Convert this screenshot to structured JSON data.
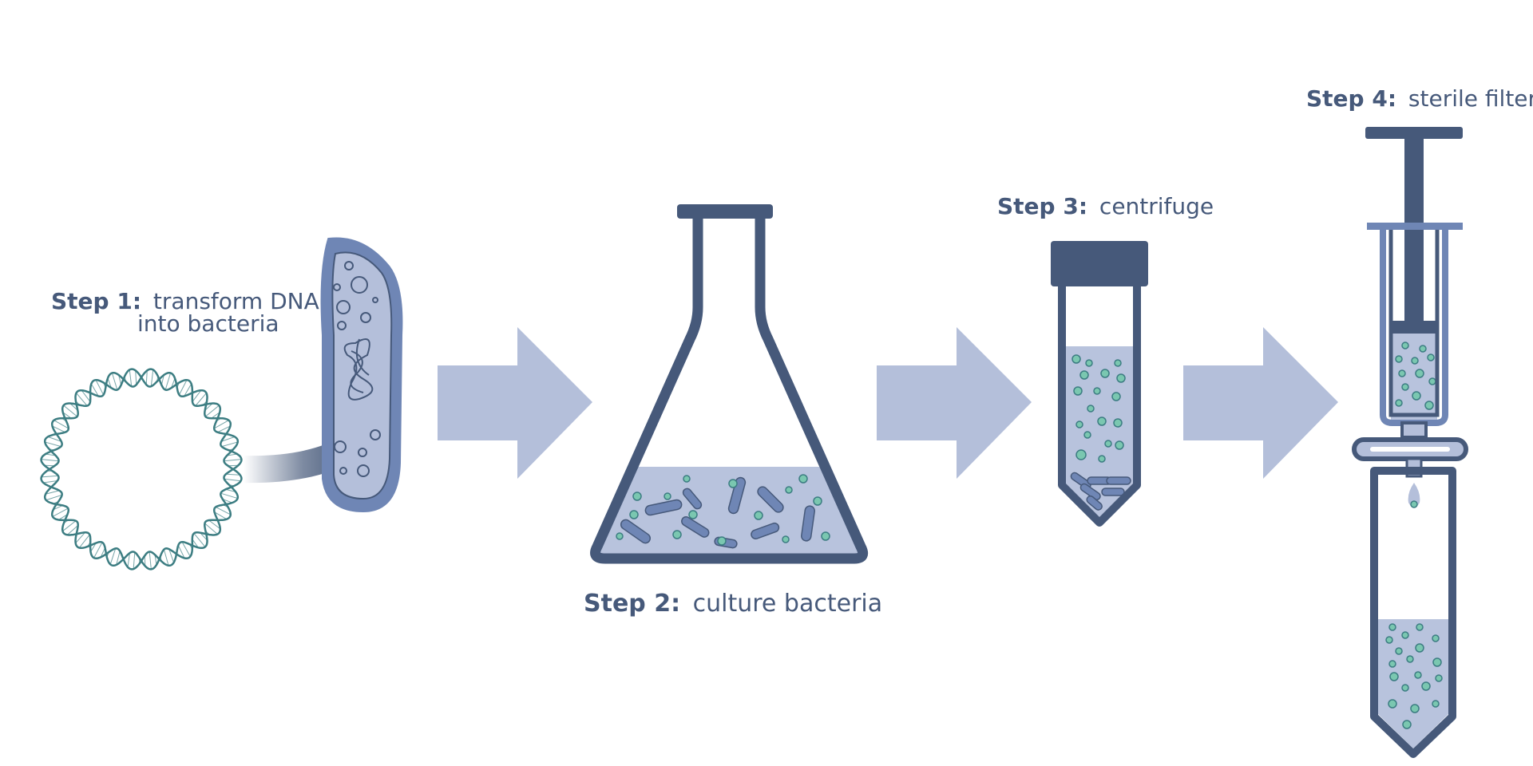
{
  "colors": {
    "dark": "#46597a",
    "mid": "#6f86b5",
    "light": "#b4bfda",
    "liquid": "#b8c3dd",
    "particle": "#7ac7b0",
    "dna": "#3c7d82"
  },
  "steps": [
    {
      "id": "step1",
      "prefix": "Step 1:",
      "text_line1": "transform DNA",
      "text_line2": "into bacteria"
    },
    {
      "id": "step2",
      "prefix": "Step 2:",
      "text": "culture bacteria"
    },
    {
      "id": "step3",
      "prefix": "Step 3:",
      "text": "centrifuge"
    },
    {
      "id": "step4",
      "prefix": "Step 4:",
      "text": "sterile filter"
    }
  ],
  "icons": [
    "dna-plasmid-icon",
    "bacterium-icon",
    "flask-icon",
    "centrifuge-tube-icon",
    "syringe-filter-icon",
    "collection-tube-icon"
  ]
}
